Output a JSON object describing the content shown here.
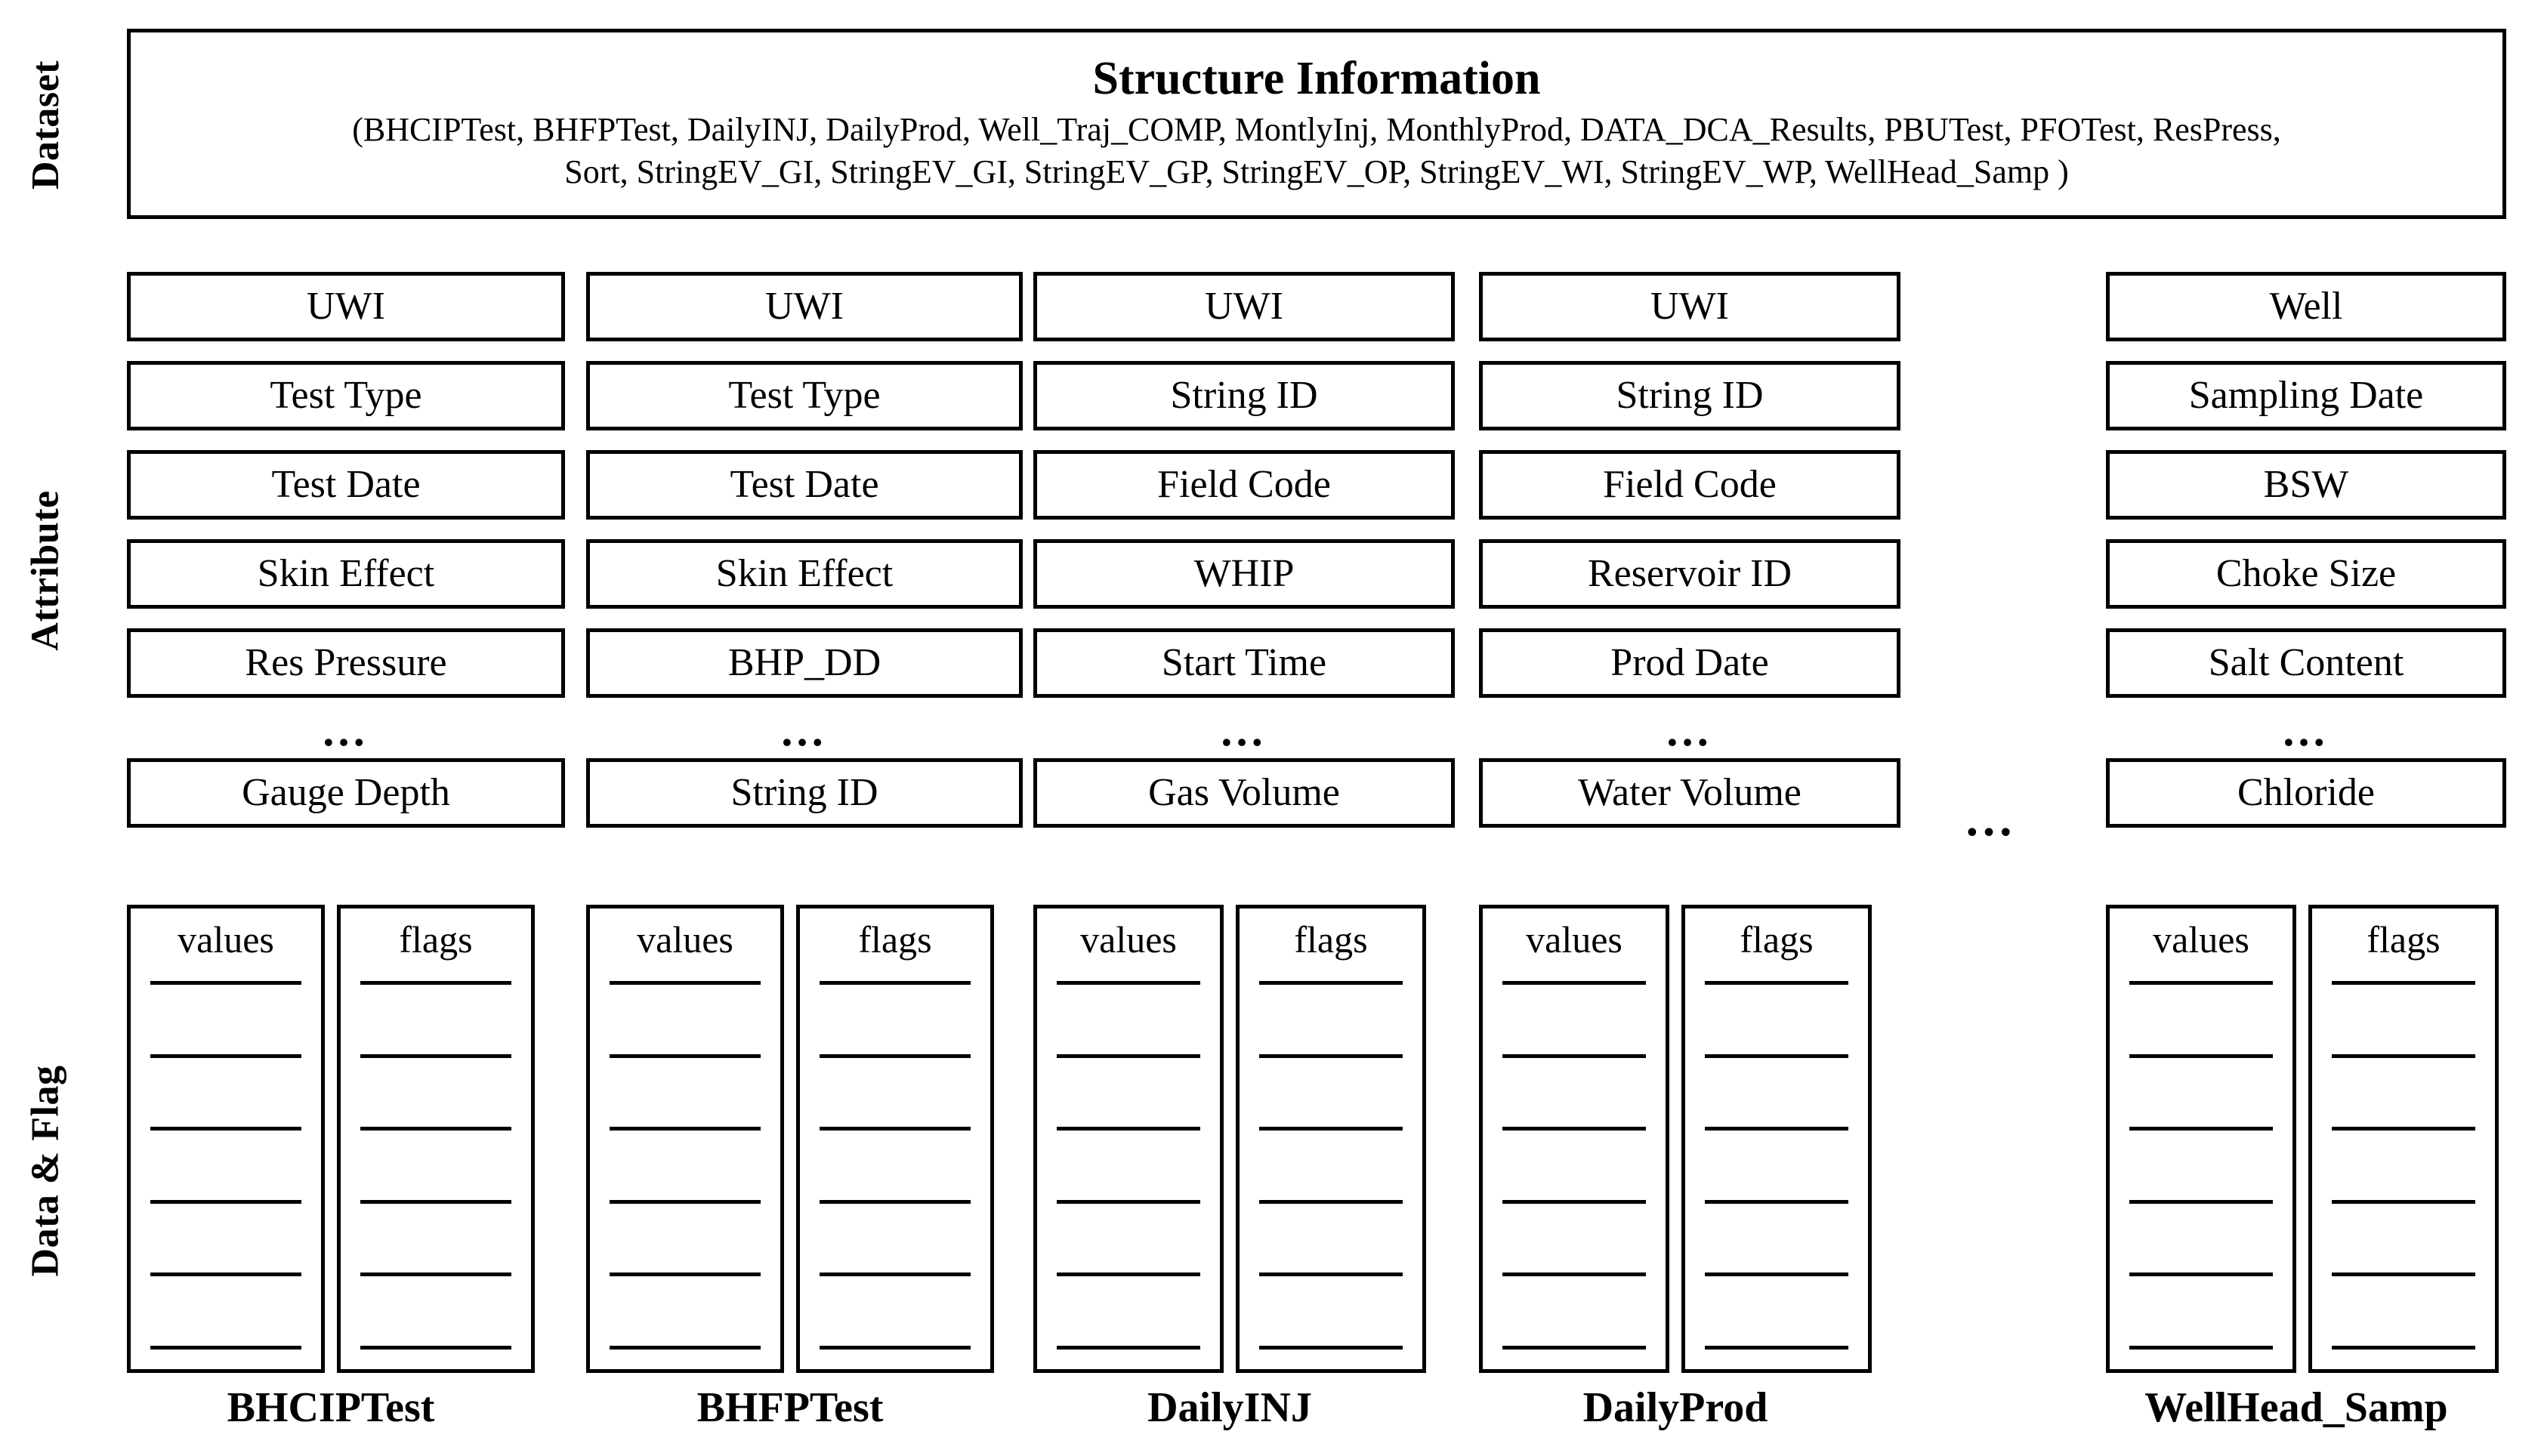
{
  "side_labels": {
    "dataset": "Dataset",
    "attribute": "Attribute",
    "data_flag": "Data & Flag"
  },
  "dataset_header": {
    "title": "Structure Information",
    "list_line1": "(BHCIPTest, BHFPTest, DailyINJ, DailyProd, Well_Traj_COMP, MontlyInj, MonthlyProd, DATA_DCA_Results, PBUTest, PFOTest, ResPress,",
    "list_line2": "Sort, StringEV_GI, StringEV_GI, StringEV_GP, StringEV_OP, StringEV_WI, StringEV_WP, WellHead_Samp  )"
  },
  "ellipsis": {
    "vertical_gap": "…",
    "horizontal_gap": "…"
  },
  "data_flag_headers": {
    "values": "values",
    "flags": "flags"
  },
  "columns": [
    {
      "caption": "BHCIPTest",
      "attributes": [
        "UWI",
        "Test Type",
        "Test Date",
        "Skin Effect",
        "Res Pressure"
      ],
      "more": "…",
      "last_attribute": "Gauge Depth"
    },
    {
      "caption": "BHFPTest",
      "attributes": [
        "UWI",
        "Test Type",
        "Test Date",
        "Skin Effect",
        "BHP_DD"
      ],
      "more": "…",
      "last_attribute": "String ID"
    },
    {
      "caption": "DailyINJ",
      "attributes": [
        "UWI",
        "String ID",
        "Field Code",
        "WHIP",
        "Start Time"
      ],
      "more": "…",
      "last_attribute": "Gas Volume"
    },
    {
      "caption": "DailyProd",
      "attributes": [
        "UWI",
        "String ID",
        "Field Code",
        "Reservoir ID",
        "Prod Date"
      ],
      "more": "…",
      "last_attribute": "Water Volume"
    },
    {
      "caption": "WellHead_Samp",
      "attributes": [
        "Well",
        "Sampling Date",
        "BSW",
        "Choke Size",
        "Salt Content"
      ],
      "more": "…",
      "last_attribute": "Chloride"
    }
  ],
  "colors": {
    "stroke": "#000000",
    "background": "#ffffff"
  }
}
